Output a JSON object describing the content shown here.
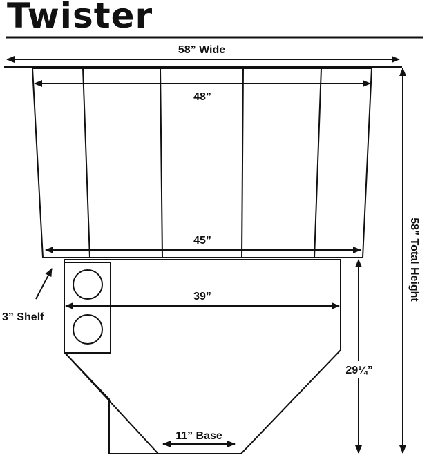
{
  "title": "Twister",
  "labels": {
    "top_width": "58” Wide",
    "tub_top": "48”",
    "tub_bottom": "45”",
    "shelf_width": "39”",
    "shelf": "3” Shelf",
    "base_height": "29¼”",
    "base": "11” Base",
    "total_height": "58” Total Height"
  },
  "colors": {
    "line": "#111111",
    "background": "#ffffff"
  }
}
